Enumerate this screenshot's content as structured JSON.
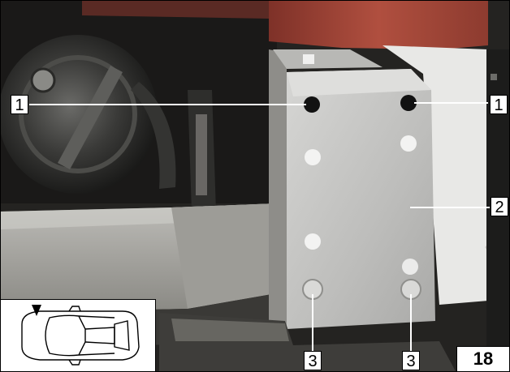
{
  "figure": {
    "number": "18",
    "callouts": [
      "1",
      "1",
      "2",
      "3",
      "3"
    ]
  },
  "colors": {
    "bracket": "#c2c2c0",
    "frame_panel": "#a7a6a1",
    "body_red": "#a8483a",
    "hole": "#121212",
    "leader_line": "#ffffff"
  }
}
